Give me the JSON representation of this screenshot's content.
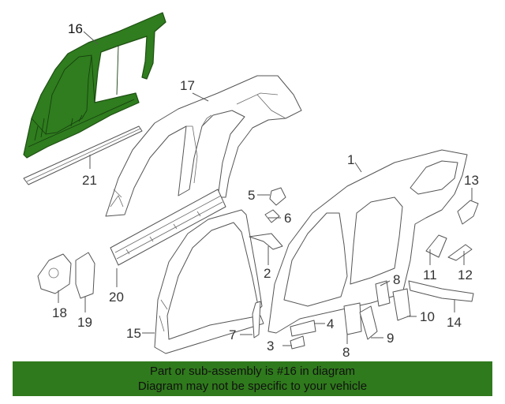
{
  "diagram": {
    "highlighted_part": "16",
    "callouts": [
      {
        "id": "c1",
        "label": "1"
      },
      {
        "id": "c2",
        "label": "2"
      },
      {
        "id": "c3",
        "label": "3"
      },
      {
        "id": "c4",
        "label": "4"
      },
      {
        "id": "c5",
        "label": "5"
      },
      {
        "id": "c6",
        "label": "6"
      },
      {
        "id": "c7",
        "label": "7"
      },
      {
        "id": "c8a",
        "label": "8"
      },
      {
        "id": "c8b",
        "label": "8"
      },
      {
        "id": "c9",
        "label": "9"
      },
      {
        "id": "c10",
        "label": "10"
      },
      {
        "id": "c11",
        "label": "11"
      },
      {
        "id": "c12",
        "label": "12"
      },
      {
        "id": "c13",
        "label": "13"
      },
      {
        "id": "c14",
        "label": "14"
      },
      {
        "id": "c15",
        "label": "15"
      },
      {
        "id": "c16",
        "label": "16"
      },
      {
        "id": "c17",
        "label": "17"
      },
      {
        "id": "c18",
        "label": "18"
      },
      {
        "id": "c19",
        "label": "19"
      },
      {
        "id": "c20",
        "label": "20"
      },
      {
        "id": "c21",
        "label": "21"
      }
    ]
  },
  "banner": {
    "line1": "Part or sub-assembly is #16 in diagram",
    "line2": "Diagram may not be specific to your vehicle",
    "color": "#2f7a1c"
  },
  "colors": {
    "highlight_fill": "#2f7d1e",
    "line": "#555555"
  }
}
